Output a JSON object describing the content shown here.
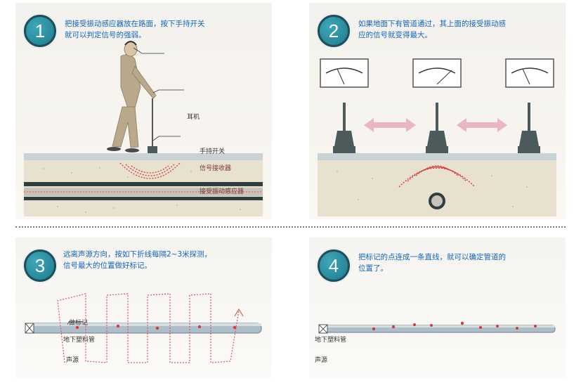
{
  "steps": [
    {
      "number": "1",
      "text": "把接受振动感应器放在路面，按下手持开关\n就可以判定信号的强弱。"
    },
    {
      "number": "2",
      "text": "如果地面下有管道通过，其上面的接受振动感\n应的信号就变得最大。"
    },
    {
      "number": "3",
      "text": "远离声源方向，按如下折线每隔2~3米探测，\n信号最大的位置做好标记。"
    },
    {
      "number": "4",
      "text": "把标记的点连成一条直线，就可以确定管道的\n位置了。"
    }
  ],
  "labels": {
    "earphone": "耳机",
    "hand_switch": "手持开关",
    "signal_receiver": "信号接收器",
    "vibration_sensor": "接受振动感应器",
    "mark": "做标记",
    "underground_pipe_3": "地下塑料管",
    "sound_source_3": "声源",
    "underground_pipe_4": "地下塑料管",
    "sound_source_4": "声源"
  },
  "colors": {
    "badge": "#2b8fa3",
    "step_text": "#1565b8",
    "arrow_pink": "#e9b7c4",
    "signal_red": "#d23c3c",
    "pipe": "#9fb0bb"
  }
}
